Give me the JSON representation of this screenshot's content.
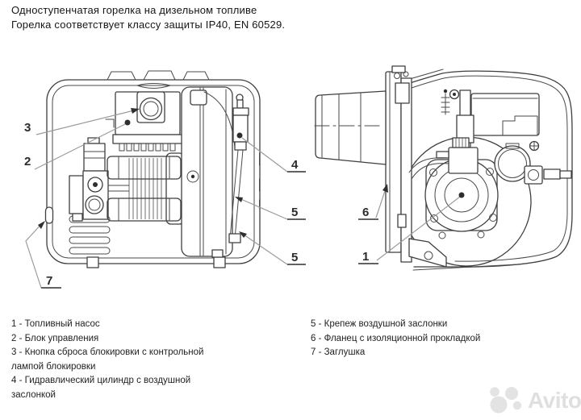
{
  "header": {
    "line1": "Одноступенчатая горелка на дизельном топливе",
    "line2": "Горелка соответствует классу защиты IP40, EN 60529."
  },
  "diagrams": {
    "left": {
      "callouts": {
        "c3": "3",
        "c2": "2",
        "c4": "4",
        "c5a": "5",
        "c5b": "5",
        "c7": "7"
      }
    },
    "right": {
      "callouts": {
        "c6": "6",
        "c1": "1"
      }
    }
  },
  "legend": {
    "left_items": [
      "1 - Топливный насос",
      "2 - Блок управления",
      "3 - Кнопка сброса блокировки с контрольной\nлампой блокировки",
      "4 - Гидравлический цилиндр  с воздушной\nзаслонкой"
    ],
    "right_items": [
      "5 - Крепеж воздушной заслонки",
      "6 - Фланец с изоляционной прокладкой",
      "7 -  Заглушка"
    ]
  },
  "watermark": {
    "text": "Avito"
  },
  "colors": {
    "background": "#ffffff",
    "text": "#1f1f1f",
    "drawing_line": "#3f3f3f",
    "leader_line": "#9b9b9b",
    "callout_text": "#2b2b2b",
    "watermark": "#e0e0e0"
  }
}
